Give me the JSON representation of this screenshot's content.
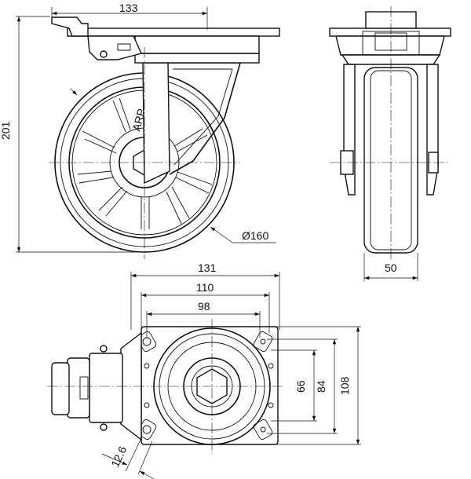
{
  "drawing": {
    "dimensions": {
      "overall_width": "133",
      "overall_height": "201",
      "wheel_diameter": "Ø160",
      "wheel_width": "50",
      "plate_width": "131",
      "bolt_spacing_outer": "110",
      "bolt_spacing_inner": "98",
      "bolt_spacing_vertical_inner": "66",
      "bolt_spacing_vertical_outer": "84",
      "plate_height": "108",
      "bolt_hole": "12.6"
    },
    "logo_text": "ARP"
  }
}
